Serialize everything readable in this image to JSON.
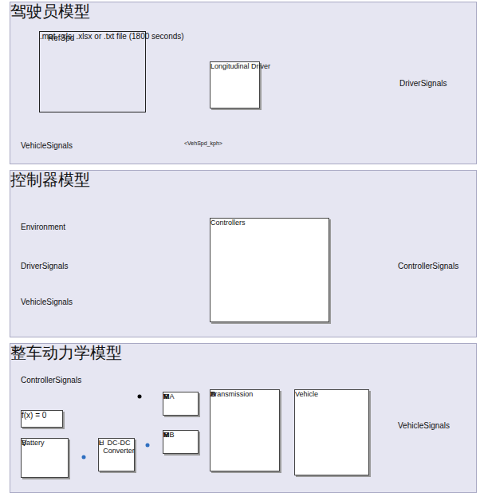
{
  "diagram": {
    "nodes": [
      {
        "text": [
          "驾驶员模型"
        ]
      },
      {
        "text": [
          "RefSpd",
          ".mat, .xls, .xlsx or .txt file (1800 seconds)"
        ],
        "in": 0
      },
      {
        "text": [
          "Longitudinal Driver"
        ],
        "in": 0
      },
      {
        "text": [
          "DriverSignals"
        ],
        "in": 0
      },
      {
        "text": [
          "VehicleSignals"
        ],
        "in": 0
      },
      {
        "text": [
          "<VehSpd_kph>"
        ],
        "in": 0
      },
      {
        "text": [
          "控制器模型"
        ]
      },
      {
        "text": [
          "Environment"
        ],
        "in": 6
      },
      {
        "text": [
          "DriverSignals"
        ],
        "in": 6
      },
      {
        "text": [
          "VehicleSignals"
        ],
        "in": 6
      },
      {
        "text": [
          "Controllers"
        ],
        "in": 6
      },
      {
        "text": [
          "ControllerSignals"
        ],
        "in": 6
      },
      {
        "text": [
          "整车动力学模型"
        ]
      },
      {
        "text": [
          "ControllerSignals"
        ],
        "in": 12
      },
      {
        "text": [
          "f(x) = 0"
        ],
        "in": 12
      },
      {
        "text": [
          "V",
          "Battery"
        ],
        "in": 12
      },
      {
        "text": [
          "L",
          "H",
          "DC-DC Converter"
        ],
        "in": 12
      },
      {
        "text": [
          "V",
          "M",
          "R",
          "MA"
        ],
        "in": 12
      },
      {
        "text": [
          "V",
          "M",
          "R",
          "MB"
        ],
        "in": 12
      },
      {
        "text": [
          "B",
          "A",
          "D",
          "Transmission"
        ],
        "in": 12
      },
      {
        "text": [
          "Vehicle"
        ],
        "in": 12
      },
      {
        "text": [
          "VehicleSignals"
        ],
        "in": 12
      }
    ],
    "edges": [
      {
        "from": 1,
        "to": 2,
        "arrow": "to"
      },
      {
        "from": 4,
        "to": 5,
        "arrow": "to"
      },
      {
        "from": 5,
        "to": 2,
        "arrow": "to"
      },
      {
        "from": 2,
        "to": 3,
        "arrow": "to"
      },
      {
        "from": 7,
        "to": 10,
        "arrow": "to"
      },
      {
        "from": 8,
        "to": 10,
        "arrow": "to"
      },
      {
        "from": 9,
        "to": 10,
        "arrow": "to"
      },
      {
        "from": 10,
        "to": 11,
        "arrow": "to"
      },
      {
        "from": 13,
        "to": 17,
        "arrow": "to"
      },
      {
        "from": 13,
        "to": 18,
        "arrow": "to"
      },
      {
        "from": 14,
        "to": 15,
        "arrow": "none"
      },
      {
        "from": 15,
        "to": 16,
        "arrow": "none"
      },
      {
        "from": 16,
        "to": 17,
        "arrow": "none"
      },
      {
        "from": 16,
        "to": 18,
        "arrow": "none"
      },
      {
        "from": 17,
        "to": 19,
        "arrow": "none"
      },
      {
        "from": 18,
        "to": 19,
        "arrow": "none"
      },
      {
        "from": 19,
        "to": 20,
        "arrow": "none"
      },
      {
        "from": 20,
        "to": 21,
        "arrow": "to"
      }
    ]
  }
}
